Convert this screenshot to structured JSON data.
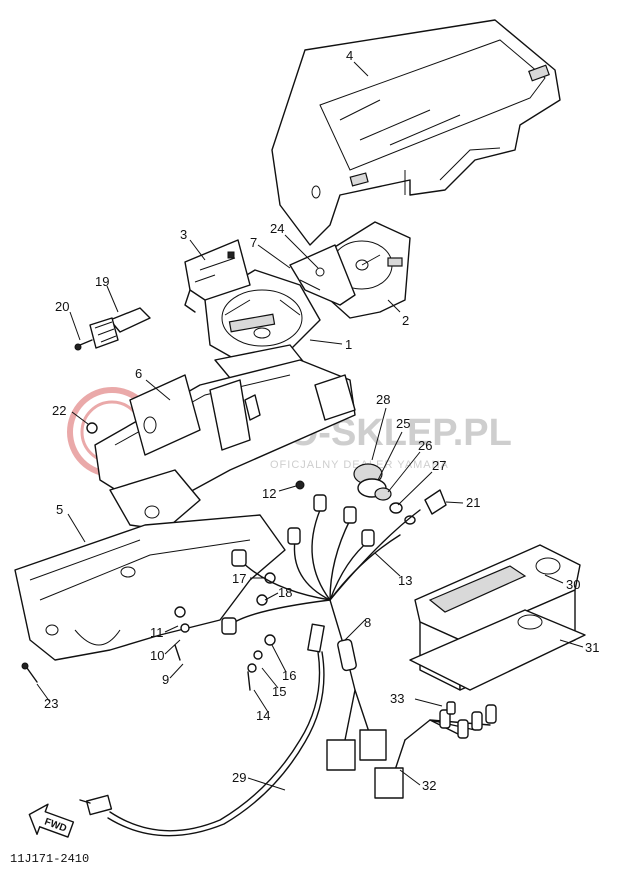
{
  "diagram": {
    "drawing_code": "11J171-2410",
    "forward_label": "FWD",
    "callouts": [
      "1",
      "2",
      "3",
      "4",
      "5",
      "6",
      "7",
      "8",
      "9",
      "10",
      "11",
      "12",
      "13",
      "14",
      "15",
      "16",
      "17",
      "18",
      "19",
      "20",
      "21",
      "22",
      "23",
      "24",
      "25",
      "26",
      "27",
      "28",
      "29",
      "30",
      "31",
      "32",
      "33"
    ]
  },
  "watermark": {
    "text": "MOTO-SKLEP.PL",
    "subtitle": "OFICJALNY DEALER YAMAHA",
    "color": "#c9c9c9",
    "accent": "#e8a0a0"
  }
}
